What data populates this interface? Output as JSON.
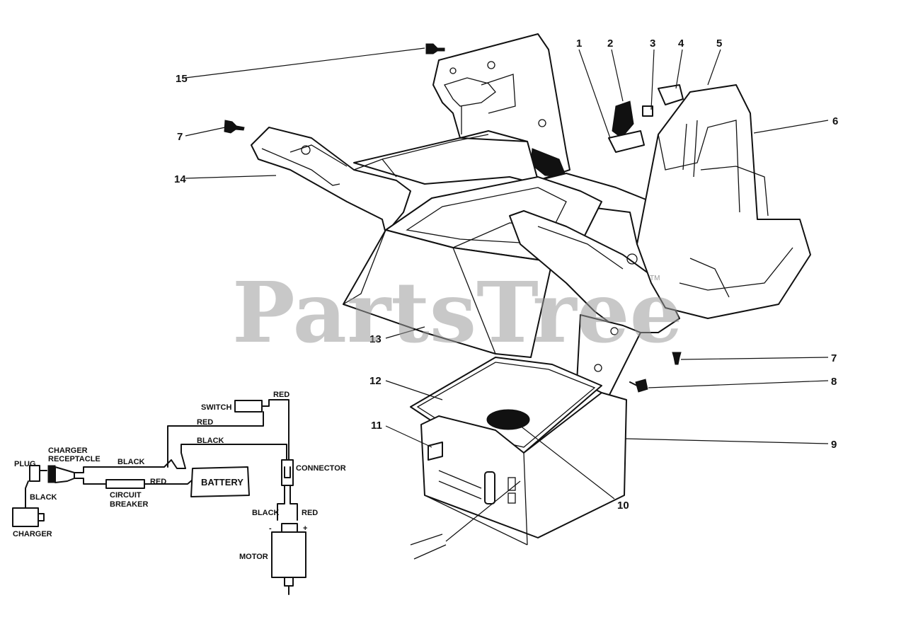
{
  "watermark": {
    "text": "PartsTree",
    "tm": "TM"
  },
  "callouts": {
    "c1": "1",
    "c2": "2",
    "c3": "3",
    "c4": "4",
    "c5": "5",
    "c6": "6",
    "c7a": "7",
    "c7b": "7",
    "c8": "8",
    "c9": "9",
    "c10": "10",
    "c11": "11",
    "c12": "12",
    "c13": "13",
    "c14": "14",
    "c15": "15"
  },
  "wiring": {
    "plug": "PLUG",
    "charger_receptacle_line1": "CHARGER",
    "charger_receptacle_line2": "RECEPTACLE",
    "charger": "CHARGER",
    "black_plug": "BLACK",
    "black_top": "BLACK",
    "black_mid": "BLACK",
    "black_motor": "BLACK",
    "red_top": "RED",
    "red_switch": "RED",
    "red_breaker": "RED",
    "red_motor": "RED",
    "switch": "SWITCH",
    "circuit_breaker_line1": "CIRCUIT",
    "circuit_breaker_line2": "BREAKER",
    "battery": "BATTERY",
    "connector": "CONNECTOR",
    "motor": "MOTOR",
    "minus": "-",
    "plus": "+"
  }
}
